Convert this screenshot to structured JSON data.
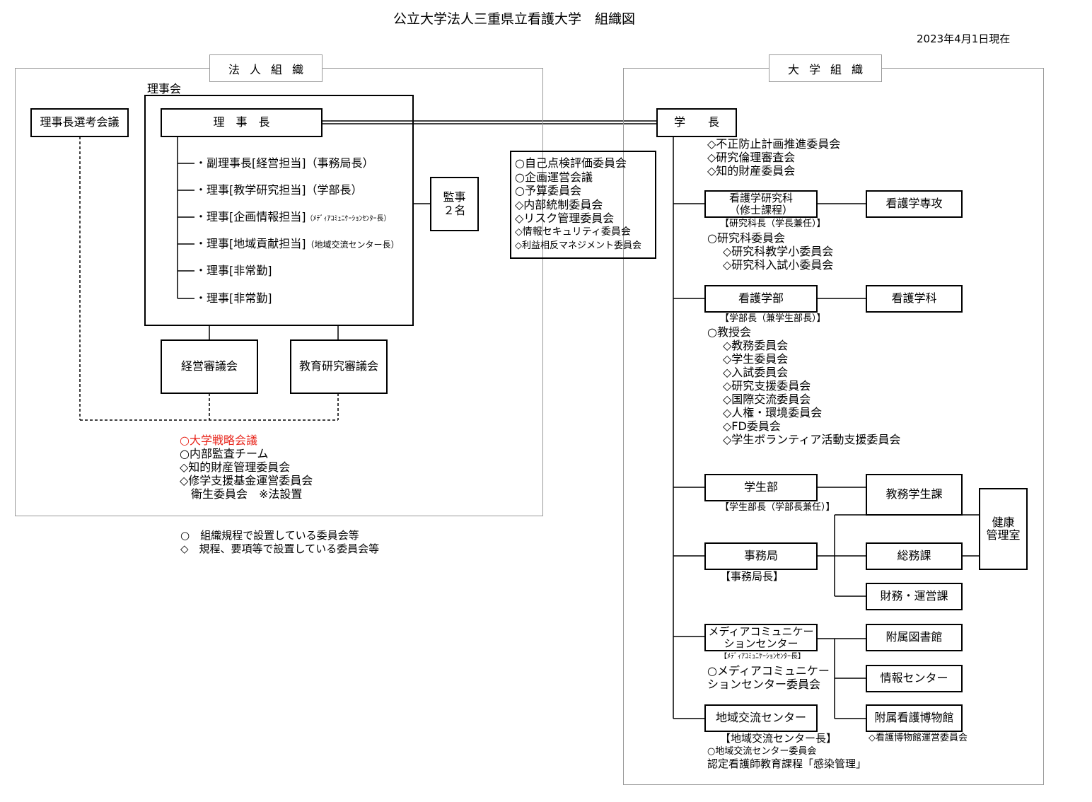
{
  "title": "公立大学法人三重県立看護大学　組織図",
  "date": "2023年4月1日現在",
  "left_header": "法人組織",
  "right_header": "大学組織",
  "board_label": "理事会",
  "selection_council": "理事長選考会議",
  "chairman": "理　事　長",
  "directors": [
    {
      "main": "・副理事長[経営担当]（事務局長）",
      "note": ""
    },
    {
      "main": "・理事[教学研究担当]（学部長）",
      "note": ""
    },
    {
      "main": "・理事[企画情報担当]",
      "note": "（ﾒﾃﾞｨｱｺﾐｭﾆｹｰｼｮﾝｾﾝﾀｰ長）"
    },
    {
      "main": "・理事[地域貢献担当]",
      "note": "（地域交流センター長）"
    },
    {
      "main": "・理事[非常勤]",
      "note": ""
    },
    {
      "main": "・理事[非常勤]",
      "note": ""
    }
  ],
  "auditor_line1": "監事",
  "auditor_line2": "２名",
  "management_council": "経営審議会",
  "education_council": "教育研究審議会",
  "corp_committees": {
    "strategy": "○大学戦略会議",
    "items": [
      "○内部監査チーム",
      "◇知的財産管理委員会",
      "◇修学支援基金運営委員会",
      "　衛生委員会　※法設置"
    ]
  },
  "legend": [
    "○　組織規程で設置している委員会等",
    "◇　規程、要項等で設置している委員会等"
  ],
  "middle_committees": [
    "○自己点検評価委員会",
    "○企画運営会議",
    "○予算委員会",
    "◇内部統制委員会",
    "◇リスク管理委員会",
    "◇情報セキュリティ委員会",
    "◇利益相反マネジメント委員会"
  ],
  "president": "学　　長",
  "president_committees": [
    "◇不正防止計画推進委員会",
    "◇研究倫理審査会",
    "◇知的財産委員会"
  ],
  "graduate": {
    "line1": "看護学研究科",
    "line2": "（修士課程）",
    "head": "【研究科長（学長兼任）】",
    "major": "看護学専攻",
    "committees": [
      "○研究科委員会",
      "◇研究科教学小委員会",
      "◇研究科入試小委員会"
    ]
  },
  "faculty": {
    "name": "看護学部",
    "head": "【学部長（兼学生部長）】",
    "dept": "看護学科",
    "committees": [
      "○教授会",
      "◇教務委員会",
      "◇学生委員会",
      "◇入試委員会",
      "◇研究支援委員会",
      "◇国際交流委員会",
      "◇人権・環境委員会",
      "◇FD委員会",
      "◇学生ボランティア活動支援委員会"
    ]
  },
  "student_affairs": {
    "name": "学生部",
    "head": "【学生部長（学部長兼任）】"
  },
  "secretariat": {
    "name": "事務局",
    "head": "【事務局長】"
  },
  "sections": {
    "academic": "教務学生課",
    "general": "総務課",
    "finance": "財務・運営課",
    "health_line1": "健康",
    "health_line2": "管理室"
  },
  "media_center": {
    "line1": "メディアコミュニケー",
    "line2": "ションセンター",
    "head": "【ﾒﾃﾞｨｱｺﾐｭﾆｹｰｼｮﾝｾﾝﾀｰ長】",
    "committee_line1": "○メディアコミュニケー",
    "committee_line2": "ションセンター委員会"
  },
  "library": "附属図書館",
  "info_center": "情報センター",
  "museum": "附属看護博物館",
  "museum_committee": "◇看護博物館運営委員会",
  "regional": {
    "name": "地域交流センター",
    "head": "【地域交流センター長】",
    "committee": "○地域交流センター委員会",
    "course": "認定看護師教育課程「感染管理」"
  }
}
